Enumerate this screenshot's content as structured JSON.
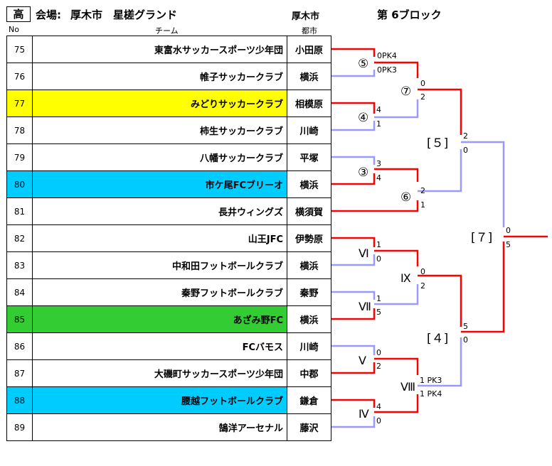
{
  "header": {
    "badge": "高",
    "venue_label": "会場:",
    "venue": "厚木市　星槎グランド",
    "host_city": "厚木市",
    "block": "第 6ブロック"
  },
  "columns": {
    "no": "No",
    "team": "チーム",
    "city": "都市"
  },
  "colors": {
    "yellow": "#ffff00",
    "blue": "#00ccff",
    "green": "#33cc33",
    "win": "#ff0000",
    "lose": "#9999ff"
  },
  "teams": [
    {
      "no": "75",
      "name": "東富水サッカースポーツ少年団",
      "city": "小田原",
      "color": ""
    },
    {
      "no": "76",
      "name": "帷子サッカークラブ",
      "city": "横浜",
      "color": ""
    },
    {
      "no": "77",
      "name": "みどりサッカークラブ",
      "city": "相模原",
      "color": "yellow"
    },
    {
      "no": "78",
      "name": "柿生サッカークラブ",
      "city": "川崎",
      "color": ""
    },
    {
      "no": "79",
      "name": "八幡サッカークラブ",
      "city": "平塚",
      "color": ""
    },
    {
      "no": "80",
      "name": "市ケ尾FCブリーオ",
      "city": "横浜",
      "color": "blue"
    },
    {
      "no": "81",
      "name": "長井ウィングズ",
      "city": "横須賀",
      "color": ""
    },
    {
      "no": "82",
      "name": "山王JFC",
      "city": "伊勢原",
      "color": ""
    },
    {
      "no": "83",
      "name": "中和田フットボールクラブ",
      "city": "横浜",
      "color": ""
    },
    {
      "no": "84",
      "name": "秦野フットボールクラブ",
      "city": "秦野",
      "color": ""
    },
    {
      "no": "85",
      "name": "あざみ野FC",
      "city": "横浜",
      "color": "green"
    },
    {
      "no": "86",
      "name": "FCバモス",
      "city": "川崎",
      "color": ""
    },
    {
      "no": "87",
      "name": "大磯町サッカースポーツ少年団",
      "city": "中郡",
      "color": ""
    },
    {
      "no": "88",
      "name": "腰越フットボールクラブ",
      "city": "鎌倉",
      "color": "blue"
    },
    {
      "no": "89",
      "name": "鵠洋アーセナル",
      "city": "藤沢",
      "color": ""
    }
  ],
  "bracket": {
    "labels": {
      "m5": "⑤",
      "m7": "⑦",
      "m4": "④",
      "m3": "③",
      "m6": "⑥",
      "b5": "[５]",
      "b7": "[７]",
      "b4": "[４]",
      "r6": "Ⅵ",
      "r9": "Ⅸ",
      "r7": "Ⅶ",
      "r5": "Ⅴ",
      "r8": "Ⅷ",
      "r4": "Ⅳ"
    },
    "scores": {
      "s75": "0PK4",
      "s76": "0PK3",
      "s77": "4",
      "s78": "1",
      "s79": "3",
      "s80": "4",
      "s_m5": "0",
      "s_m4": "2",
      "s_m3": "2",
      "s81": "1",
      "s_top": "2",
      "s_m6": "0",
      "s82": "1",
      "s83": "0",
      "s_r6": "0",
      "s_r7": "2",
      "s84": "1",
      "s85": "5",
      "s86": "0",
      "s87": "2",
      "s_r5": "1 PK3",
      "s_r4": "1 PK4",
      "s_r9": "5",
      "s_r8": "0",
      "s_f_top": "0",
      "s_f_bot": "5",
      "s88": "4",
      "s89": "0"
    }
  }
}
